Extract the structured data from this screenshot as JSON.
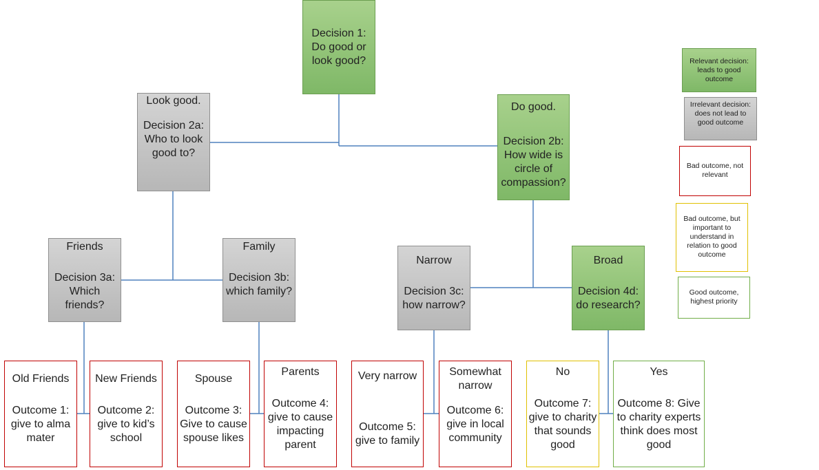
{
  "nodes": {
    "d1": {
      "head": "",
      "body": "Decision 1: Do good or look good?"
    },
    "d2a": {
      "head": "Look good.",
      "body": "Decision 2a: Who to look good to?"
    },
    "d2b": {
      "head": "Do good.",
      "body": "Decision 2b: How wide is circle of compassion?"
    },
    "d3a": {
      "head": "Friends",
      "body": "Decision 3a: Which friends?"
    },
    "d3b": {
      "head": "Family",
      "body": "Decision 3b: which family?"
    },
    "d3c": {
      "head": "Narrow",
      "body": "Decision 3c: how narrow?"
    },
    "d4d": {
      "head": "Broad",
      "body": "Decision 4d: do research?"
    },
    "o1": {
      "head": "Old Friends",
      "body": "Outcome 1: give to alma mater"
    },
    "o2": {
      "head": "New Friends",
      "body": "Outcome 2: give to kid’s school"
    },
    "o3": {
      "head": "Spouse",
      "body": "Outcome 3: Give to cause spouse likes"
    },
    "o4": {
      "head": "Parents",
      "body": "Outcome 4: give to cause impacting parent"
    },
    "o5": {
      "head": "Very narrow",
      "body": "Outcome 5: give to family"
    },
    "o6": {
      "head": "Somewhat narrow",
      "body": "Outcome 6: give in local community"
    },
    "o7": {
      "head": "No",
      "body": "Outcome 7: give to charity that sounds good"
    },
    "o8": {
      "head": "Yes",
      "body": "Outcome 8: Give to charity experts think does most good"
    }
  },
  "legend": {
    "relevant": "Relevant decision: leads to good outcome",
    "irrelevant": "Irrelevant decision: does not lead to good outcome",
    "bad": "Bad outcome, not relevant",
    "bad_important": "Bad outcome, but important to understand in relation to good outcome",
    "good": "Good outcome, highest priority"
  },
  "colors": {
    "relevant_fill": "#8cc474",
    "irrelevant_fill": "#c4c4c4",
    "bad_border": "#c00000",
    "bad_important_border": "#e0c000",
    "good_border": "#70ad47",
    "connector": "#4f81bd"
  }
}
